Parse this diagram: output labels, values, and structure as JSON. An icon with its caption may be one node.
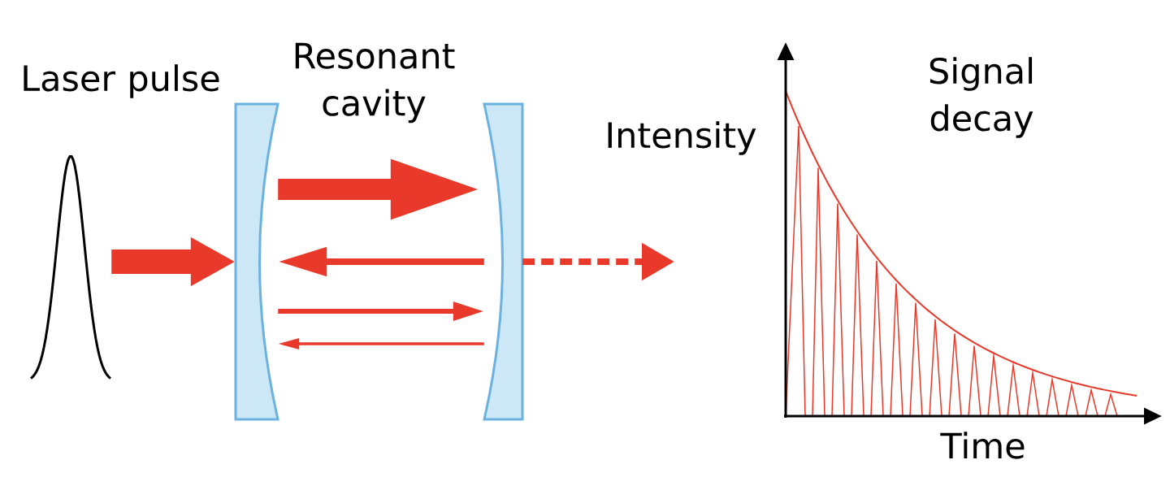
{
  "diagram": {
    "nodes": [
      {
        "text": [],
        "shape": "curve"
      },
      {
        "text": [],
        "shape": "mirror"
      },
      {
        "text": [],
        "shape": "mirror"
      }
    ],
    "edges": [
      {
        "from": 0,
        "to": 1,
        "arrow": "to",
        "style": "thick"
      },
      {
        "from": 1,
        "to": 2,
        "arrow": "to",
        "style": "thick"
      },
      {
        "from": 2,
        "to": 1,
        "arrow": "to"
      },
      {
        "from": 1,
        "to": 2,
        "arrow": "to"
      },
      {
        "from": 2,
        "to": 1,
        "arrow": "to"
      },
      {
        "from": 2,
        "to": null,
        "arrow": "to",
        "style": "dashed"
      }
    ],
    "labels": [
      "Laser pulse",
      "Resonant cavity",
      "Intensity",
      "Signal decay",
      "Time"
    ]
  }
}
